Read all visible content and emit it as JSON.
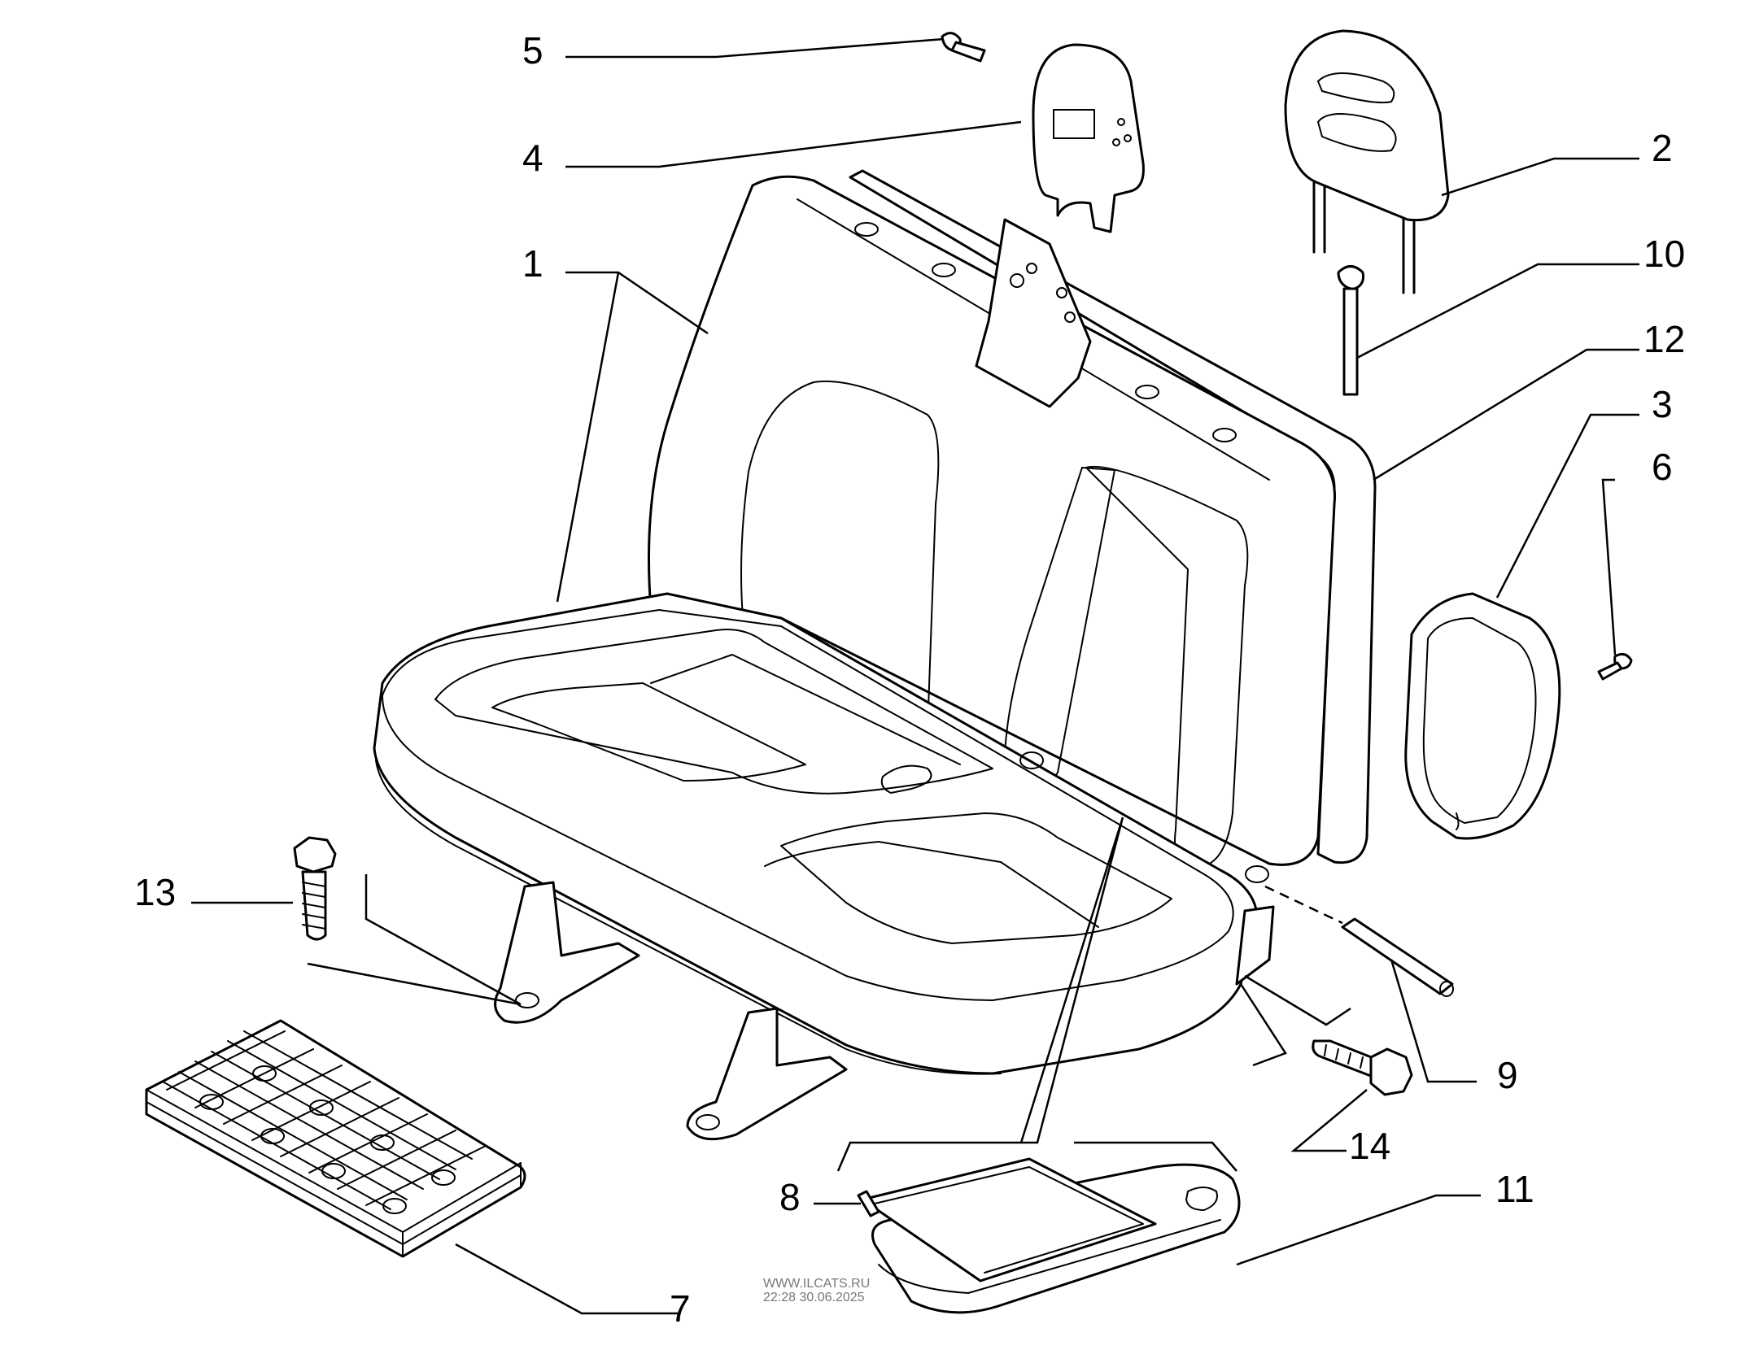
{
  "diagram": {
    "callouts": [
      {
        "id": "1",
        "label": "1"
      },
      {
        "id": "2",
        "label": "2"
      },
      {
        "id": "3",
        "label": "3"
      },
      {
        "id": "4",
        "label": "4"
      },
      {
        "id": "5",
        "label": "5"
      },
      {
        "id": "6",
        "label": "6"
      },
      {
        "id": "7",
        "label": "7"
      },
      {
        "id": "8",
        "label": "8"
      },
      {
        "id": "9",
        "label": "9"
      },
      {
        "id": "10",
        "label": "10"
      },
      {
        "id": "11",
        "label": "11"
      },
      {
        "id": "12",
        "label": "12"
      },
      {
        "id": "13",
        "label": "13"
      },
      {
        "id": "14",
        "label": "14"
      }
    ],
    "watermark": {
      "line1": "WWW.ILCATS.RU",
      "line2": "22:28 30.06.2025"
    }
  }
}
